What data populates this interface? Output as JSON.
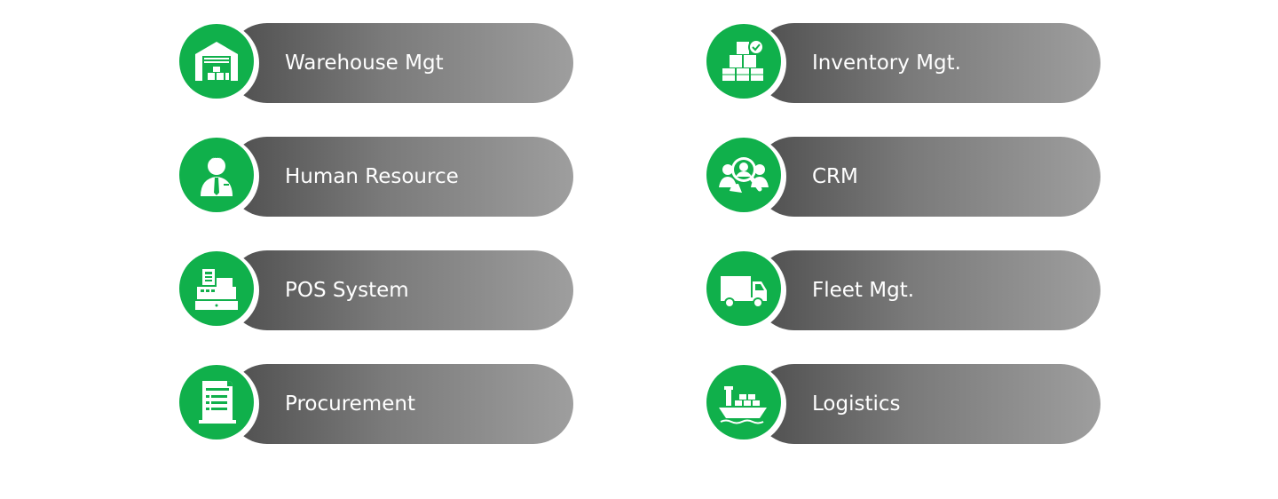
{
  "modules": [
    {
      "label": "Warehouse Mgt",
      "icon": "warehouse-icon"
    },
    {
      "label": "Inventory Mgt.",
      "icon": "inventory-boxes-icon"
    },
    {
      "label": "Human Resource",
      "icon": "employee-icon"
    },
    {
      "label": "CRM",
      "icon": "customer-search-icon"
    },
    {
      "label": "POS System",
      "icon": "cash-register-icon"
    },
    {
      "label": "Fleet Mgt.",
      "icon": "truck-icon"
    },
    {
      "label": "Procurement",
      "icon": "purchase-receipt-icon"
    },
    {
      "label": "Logistics",
      "icon": "cargo-ship-icon"
    }
  ],
  "colors": {
    "accent_green": "#10b04b",
    "pill_dark": "#4e4e4e",
    "pill_light": "#9e9e9e",
    "text": "#ffffff"
  }
}
